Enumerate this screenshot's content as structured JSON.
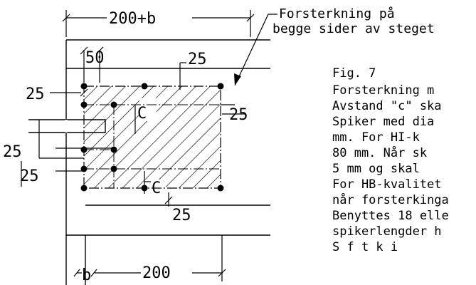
{
  "dimensions": {
    "top_width": "200+b",
    "d50": "50",
    "d25_top": "25",
    "d25_left_top": "25",
    "d25_right": "25",
    "d25_left_mid": "25",
    "d25_left_low": "25",
    "d25_bottom": "25",
    "c_upper": "C",
    "c_lower": "C",
    "bottom_b": "b",
    "bottom_200": "200"
  },
  "callout": {
    "line1": "Forsterkning på",
    "line2": "begge sider av steget"
  },
  "notes": [
    "Fig. 7",
    "Forsterkning m",
    "Avstand \"c\" ska",
    "Spiker med dia",
    "mm.  For HI-k",
    "80 mm. Når sk",
    "5 mm og skal",
    "For HB-kvalitet",
    "når forsterkinga",
    "Benyttes 18 elle",
    "spikerlengder h",
    "S      f   t   k  i"
  ]
}
